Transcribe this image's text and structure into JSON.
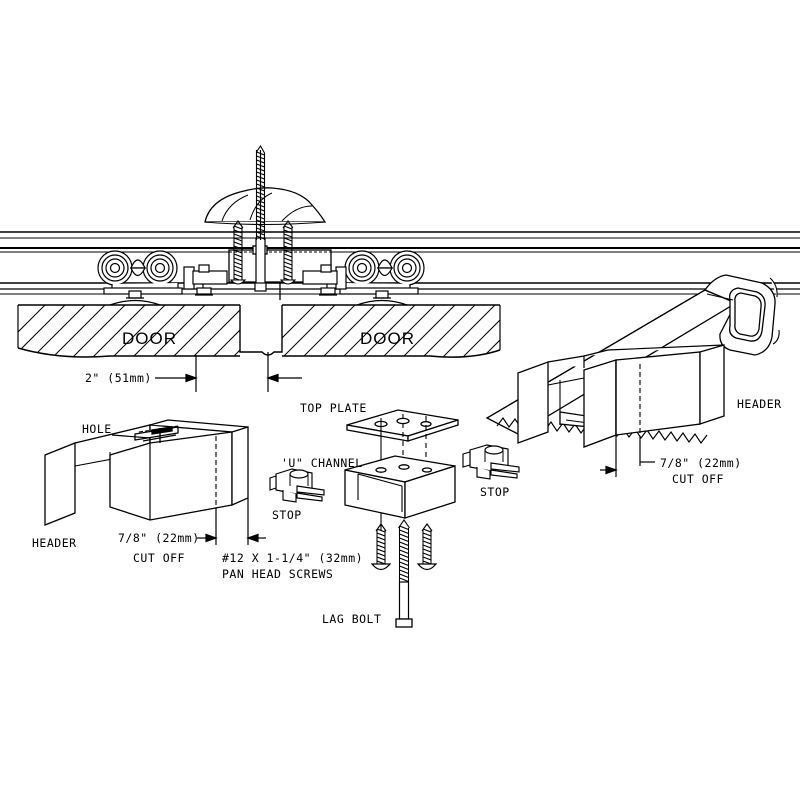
{
  "drawing": {
    "title": "Bypass sliding door hardware installation detail",
    "stroke_color": "#000000",
    "fill_color": "#ffffff",
    "background": "#ffffff"
  },
  "top_view": {
    "name": "track-and-hanger-section",
    "door_label_left": "DOOR",
    "door_label_right": "DOOR",
    "dimension": "2\" (51mm)"
  },
  "header_left_view": {
    "name": "header-hole-detail",
    "hole_label": "HOLE",
    "header_label": "HEADER",
    "cutoff_dim": "7/8\" (22mm)",
    "cutoff_label": "CUT OFF"
  },
  "exploded_view": {
    "name": "u-channel-exploded-assembly",
    "top_plate_label": "TOP PLATE",
    "u_channel_label": "'U\" CHANNEL",
    "stop_label_left": "STOP",
    "stop_label_right": "STOP",
    "screws_line1": "#12 X 1-1/4\" (32mm)",
    "screws_line2": "PAN HEAD SCREWS",
    "lag_bolt_label": "LAG BOLT"
  },
  "header_right_view": {
    "name": "header-saw-cut-detail",
    "header_label": "HEADER",
    "cutoff_dim": "7/8\" (22mm)",
    "cutoff_label": "CUT OFF"
  }
}
